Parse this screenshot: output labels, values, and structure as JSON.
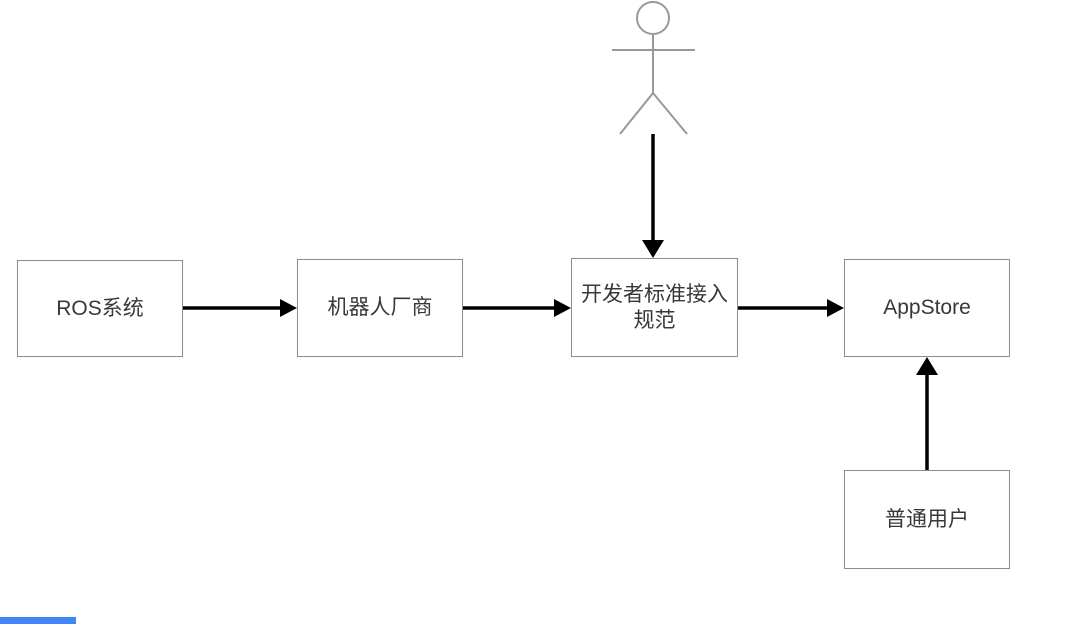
{
  "diagram": {
    "nodes": {
      "ros": {
        "label": "ROS系统"
      },
      "vendor": {
        "label": "机器人厂商"
      },
      "spec": {
        "label": "开发者标准接入\n规范"
      },
      "appstore": {
        "label": "AppStore"
      },
      "user": {
        "label": "普通用户"
      }
    },
    "actor": {
      "icon": "actor-icon",
      "label": ""
    },
    "edges": [
      {
        "from": "ros",
        "to": "vendor",
        "style": "arrow"
      },
      {
        "from": "vendor",
        "to": "spec",
        "style": "arrow"
      },
      {
        "from": "spec",
        "to": "appstore",
        "style": "arrow"
      },
      {
        "from": "actor",
        "to": "spec",
        "style": "arrow"
      },
      {
        "from": "user",
        "to": "appstore",
        "style": "arrow"
      }
    ]
  },
  "colors": {
    "background": "#ffffff",
    "node_border": "#8c8c8c",
    "node_fill": "#ffffff",
    "label_text": "#383838",
    "edge": "#000000",
    "actor_stroke": "#999999",
    "accent_bar": "#4285f4"
  }
}
